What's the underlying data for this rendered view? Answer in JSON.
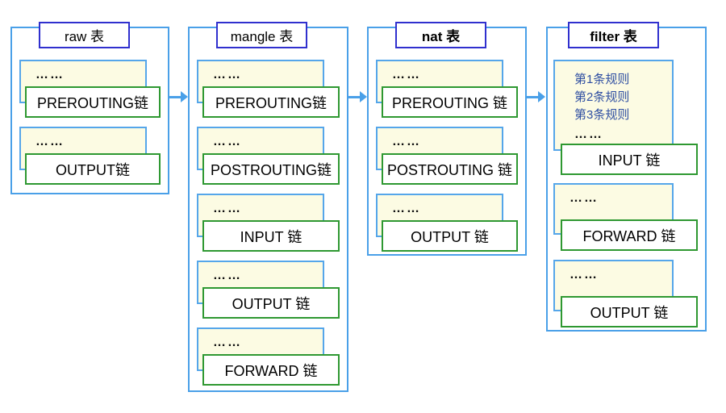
{
  "diagram": {
    "tables": [
      {
        "name": "raw",
        "title": "raw 表",
        "chains": [
          {
            "ellipsis": "……",
            "label": "PREROUTING链"
          },
          {
            "ellipsis": "……",
            "label": "OUTPUT链"
          }
        ]
      },
      {
        "name": "mangle",
        "title": "mangle 表",
        "chains": [
          {
            "ellipsis": "……",
            "label": "PREROUTING链"
          },
          {
            "ellipsis": "……",
            "label": "POSTROUTING链"
          },
          {
            "ellipsis": "……",
            "label": "INPUT 链"
          },
          {
            "ellipsis": "……",
            "label": "OUTPUT 链"
          },
          {
            "ellipsis": "……",
            "label": "FORWARD 链"
          }
        ]
      },
      {
        "name": "nat",
        "title": "nat 表",
        "chains": [
          {
            "ellipsis": "……",
            "label": "PREROUTING 链"
          },
          {
            "ellipsis": "……",
            "label": "POSTROUTING 链"
          },
          {
            "ellipsis": "……",
            "label": "OUTPUT 链"
          }
        ]
      },
      {
        "name": "filter",
        "title": "filter 表",
        "chains": [
          {
            "rules": [
              "第1条规则",
              "第2条规则",
              "第3条规则"
            ],
            "ellipsis": "……",
            "label": "INPUT 链"
          },
          {
            "ellipsis": "……",
            "label": "FORWARD 链"
          },
          {
            "ellipsis": "……",
            "label": "OUTPUT 链"
          }
        ]
      }
    ],
    "colors": {
      "table_border": "#4AA0E8",
      "title_border": "#3030CE",
      "chain_border": "#2E9831",
      "note_fill": "#FCFBE3",
      "rule_text": "#2F4FA2",
      "arrow": "#4AA0E8"
    }
  }
}
